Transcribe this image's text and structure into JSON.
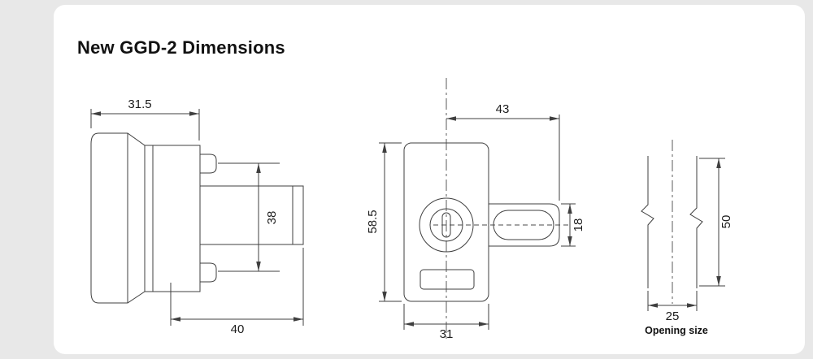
{
  "title": "New GGD-2 Dimensions",
  "colors": {
    "background": "#e8e8e8",
    "panel": "#ffffff",
    "line": "#3f3f3f",
    "text": "#1c1c1c"
  },
  "side_view": {
    "top_width": "31.5",
    "stem_height": "38",
    "body_length": "40"
  },
  "front_view": {
    "top_length": "43",
    "body_height": "58.5",
    "shaft_width": "18",
    "body_width": "31"
  },
  "opening_view": {
    "height": "50",
    "width": "25",
    "caption": "Opening size"
  }
}
